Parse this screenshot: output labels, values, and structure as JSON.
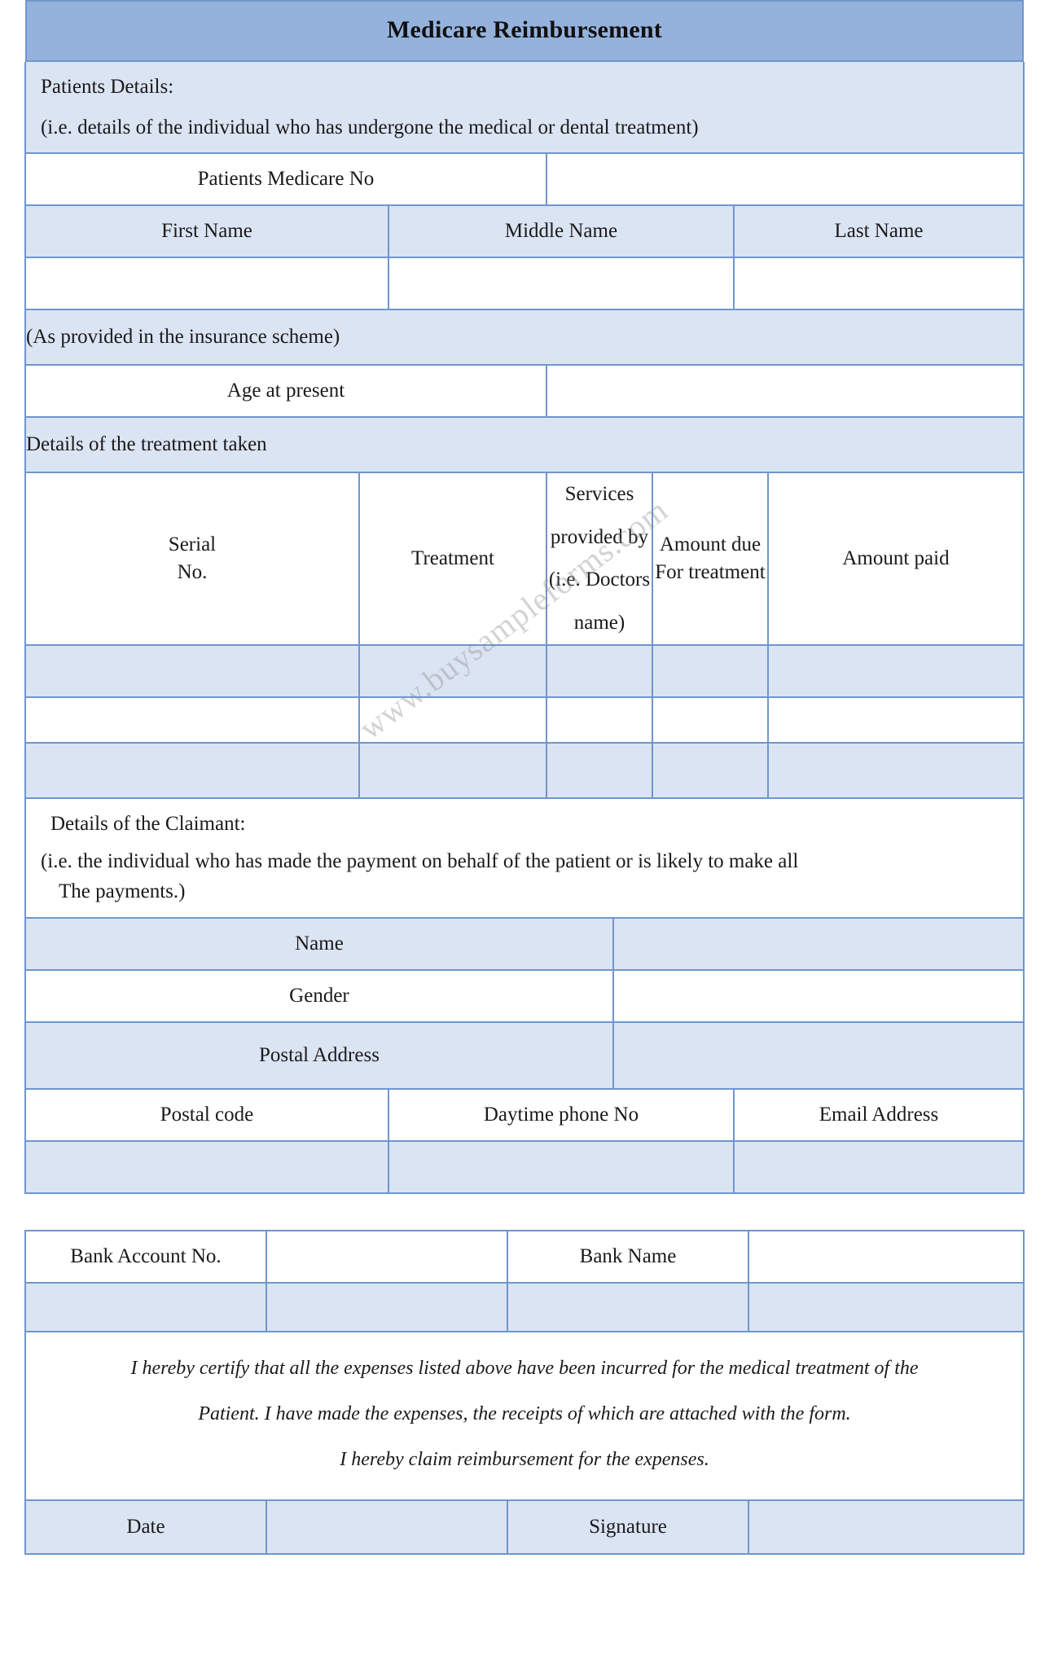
{
  "document": {
    "title": "Medicare Reimbursement",
    "watermark": "www.buysampleforms.com"
  },
  "patient_section": {
    "heading": "Patients Details:",
    "note": "(i.e. details of the individual who has undergone the medical or dental treatment)",
    "medicare_no_label": "Patients Medicare No",
    "medicare_no_value": "",
    "name_headers": {
      "first": "First Name",
      "middle": "Middle Name",
      "last": "Last Name"
    },
    "name_values": {
      "first": "",
      "middle": "",
      "last": ""
    },
    "scheme_note": "(As provided in the insurance scheme)",
    "age_label": "Age at present",
    "age_value": ""
  },
  "treatment_section": {
    "heading": "Details of the treatment taken",
    "columns": [
      {
        "line1": "Serial",
        "line2": "No."
      },
      {
        "line1": "Treatment",
        "line2": ""
      },
      {
        "line1": "Services provided by",
        "line2": "(i.e. Doctors name)"
      },
      {
        "line1": "Amount due",
        "line2": "For treatment"
      },
      {
        "line1": "Amount paid",
        "line2": ""
      }
    ],
    "rows": [
      [
        "",
        "",
        "",
        "",
        ""
      ],
      [
        "",
        "",
        "",
        "",
        ""
      ],
      [
        "",
        "",
        "",
        "",
        ""
      ]
    ]
  },
  "claimant_section": {
    "heading": "Details of the Claimant:",
    "note_line1": "(i.e. the individual who has made the payment on behalf of the patient or is likely to make all",
    "note_line2": "The payments.)",
    "name_label": "Name",
    "name_value": "",
    "gender_label": "Gender",
    "gender_value": "",
    "postal_address_label": "Postal Address",
    "postal_address_value": "",
    "postal_code_label": "Postal code",
    "daytime_phone_label": "Daytime phone No",
    "email_label": "Email Address",
    "postal_code_value": "",
    "daytime_phone_value": "",
    "email_value": ""
  },
  "bank_section": {
    "account_no_label": "Bank Account No.",
    "account_no_value": "",
    "bank_name_label": "Bank Name",
    "bank_name_value": "",
    "blank_row": [
      "",
      "",
      "",
      ""
    ]
  },
  "certification": {
    "line1": "I hereby certify that all the expenses listed above have been incurred for the medical treatment of the",
    "line2": "Patient. I have made the expenses, the receipts of which are attached with the form.",
    "line3": "I hereby claim reimbursement for the expenses."
  },
  "signature_section": {
    "date_label": "Date",
    "date_value": "",
    "signature_label": "Signature",
    "signature_value": ""
  },
  "colors": {
    "title_band": "#94b2dc",
    "tint": "#dbe4f3",
    "border": "#6f96cd"
  }
}
